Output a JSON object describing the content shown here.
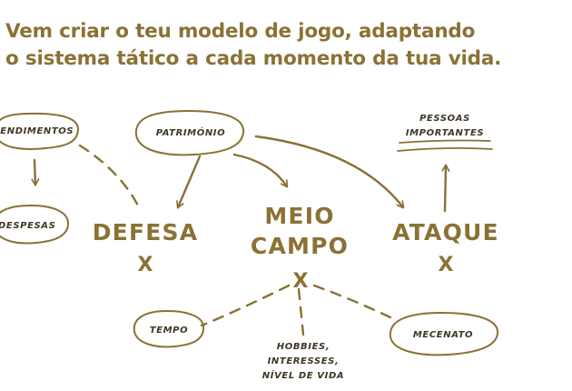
{
  "headline": {
    "line1": "Vem criar o teu modelo de jogo, adaptando",
    "line2": "o sistema tático a cada momento da tua vida."
  },
  "nodes": {
    "rendimentos": "RENDIMENTOS",
    "patrimonio": "PATRIMÓNIO",
    "pessoas_line1": "PESSOAS",
    "pessoas_line2": "IMPORTANTES",
    "despesas": "DESPESAS",
    "defesa": "DEFESA",
    "meio": "MEIO",
    "campo": "CAMPO",
    "ataque": "ATAQUE",
    "tempo": "TEMPO",
    "mecenato": "MECENATO",
    "hobbies_line1": "HOBBIES,",
    "hobbies_line2": "INTERESSES,",
    "hobbies_line3": "NÍVEL DE VIDA"
  },
  "marks": {
    "defesa_x": "X",
    "meio_campo_x": "X",
    "ataque_x": "X"
  },
  "colors": {
    "accent": "#8a7235",
    "ink": "#3f3625",
    "background": "#ffffff"
  }
}
